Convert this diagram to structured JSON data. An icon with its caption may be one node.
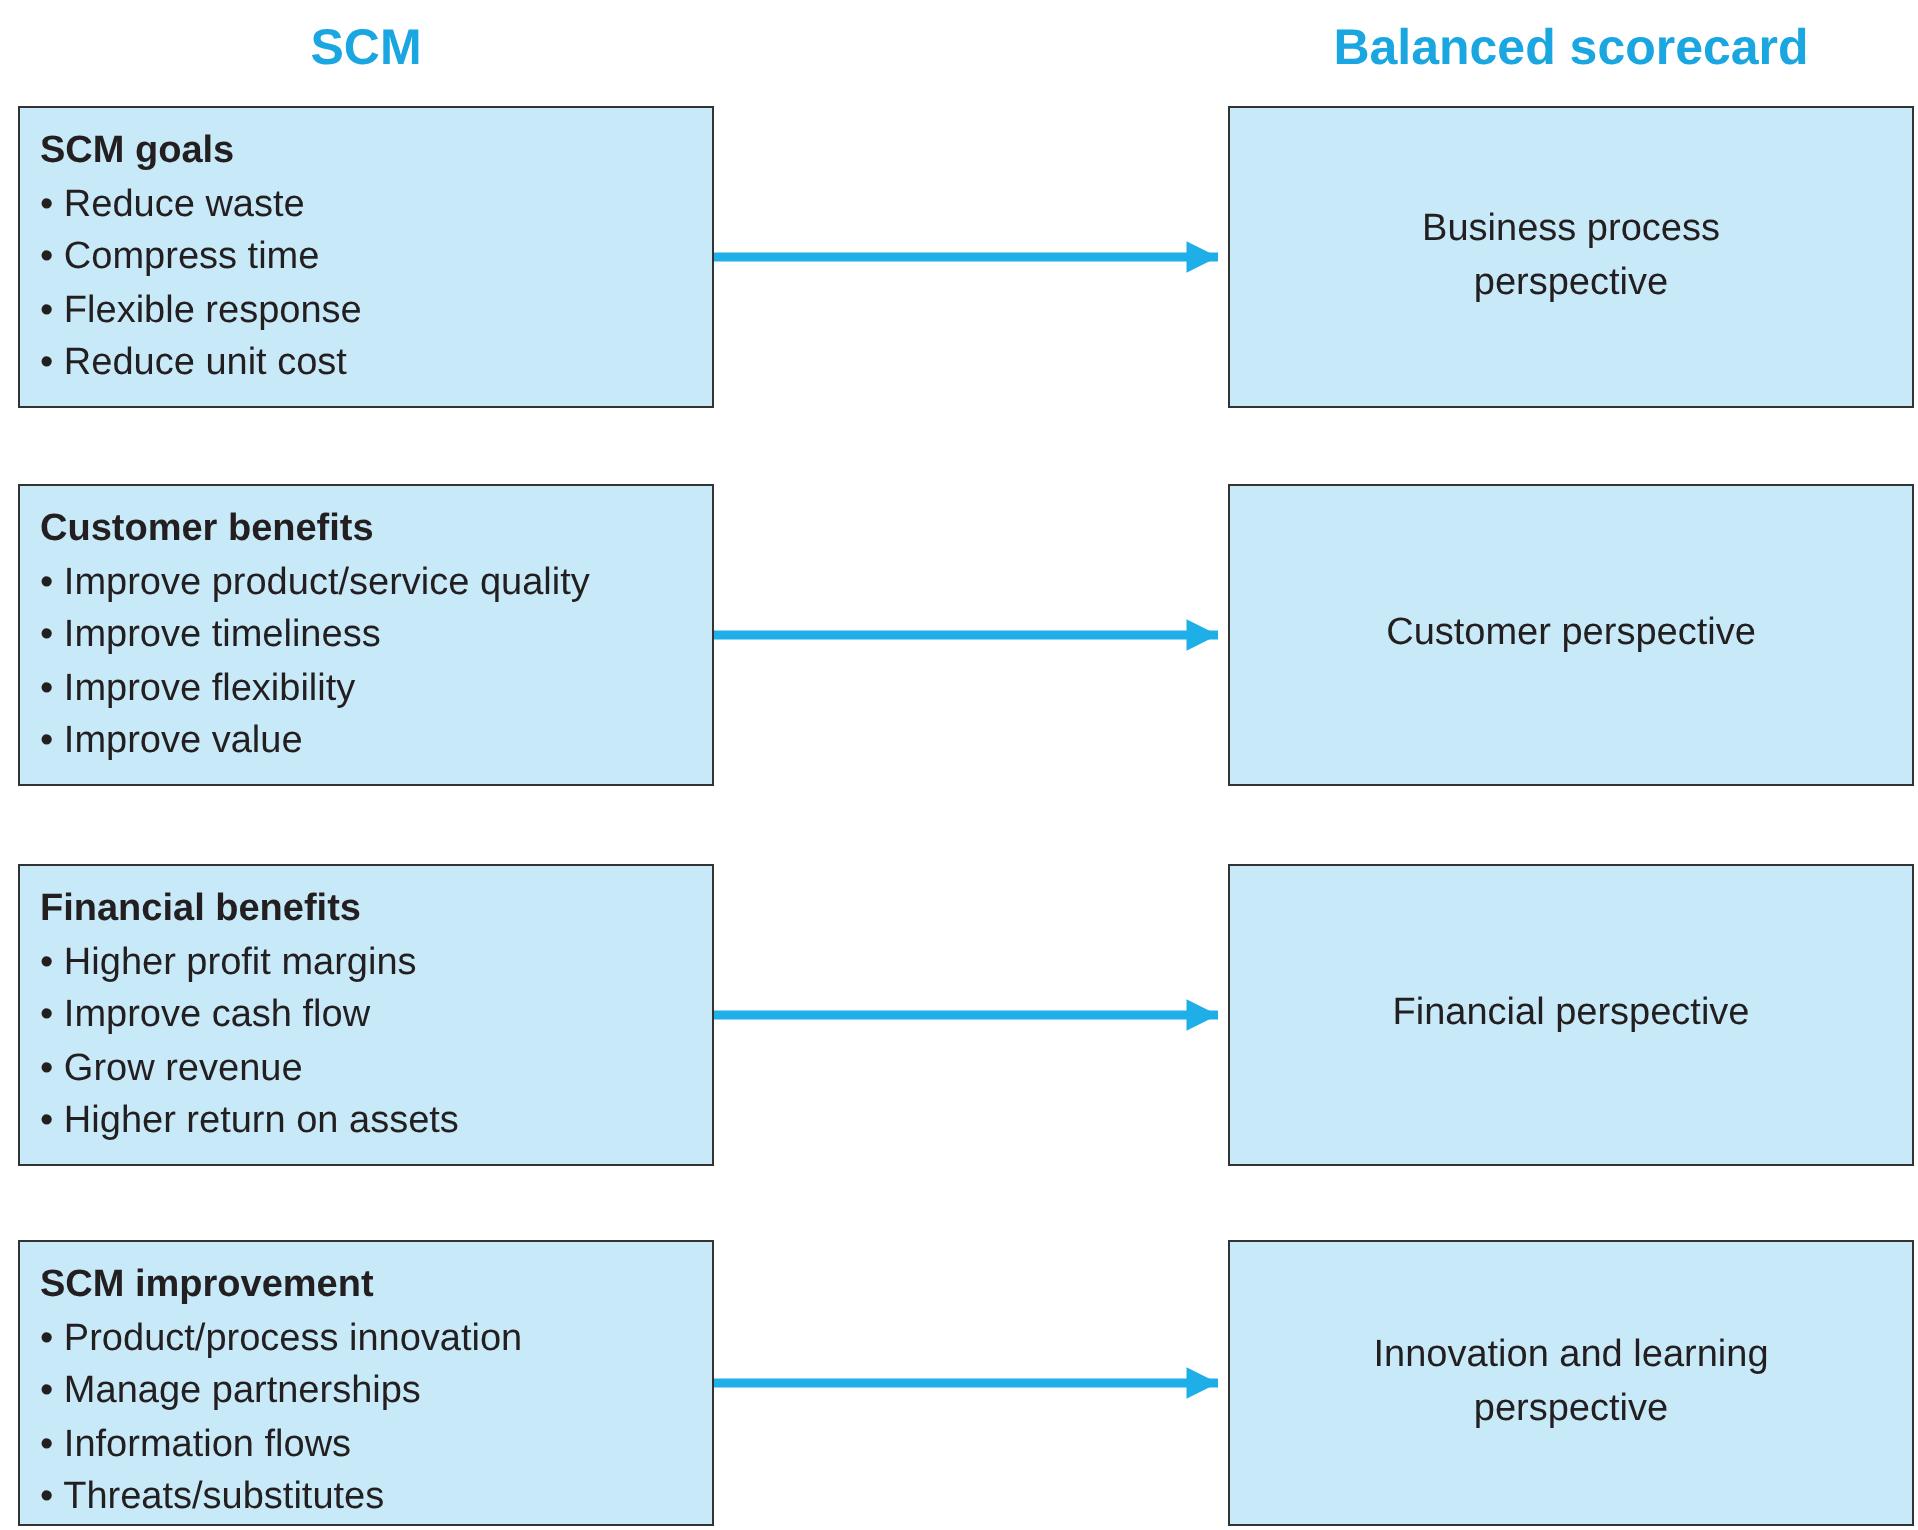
{
  "diagram": {
    "nodes": [
      {
        "text": [
          "SCM goals",
          "• Reduce waste",
          "• Compress time",
          "• Flexible response",
          "• Reduce unit cost"
        ]
      },
      {
        "text": [
          "Business process perspective"
        ]
      },
      {
        "text": [
          "Customer benefits",
          "• Improve product/service quality",
          "• Improve timeliness",
          "• Improve flexibility",
          "• Improve value"
        ]
      },
      {
        "text": [
          "Customer perspective"
        ]
      },
      {
        "text": [
          "Financial benefits",
          "• Higher profit margins",
          "• Improve cash flow",
          "• Grow revenue",
          "• Higher return on assets"
        ]
      },
      {
        "text": [
          "Financial perspective"
        ]
      },
      {
        "text": [
          "SCM improvement",
          "• Product/process innovation",
          "• Manage partnerships",
          "• Information flows",
          "• Threats/substitutes"
        ]
      },
      {
        "text": [
          "Innovation and learning perspective"
        ]
      }
    ],
    "edges": [
      {
        "from": 0,
        "to": 1,
        "arrow": "to"
      },
      {
        "from": 2,
        "to": 3,
        "arrow": "to"
      },
      {
        "from": 4,
        "to": 5,
        "arrow": "to"
      },
      {
        "from": 6,
        "to": 7,
        "arrow": "to"
      }
    ],
    "labels": [
      "SCM",
      "Balanced scorecard"
    ]
  }
}
